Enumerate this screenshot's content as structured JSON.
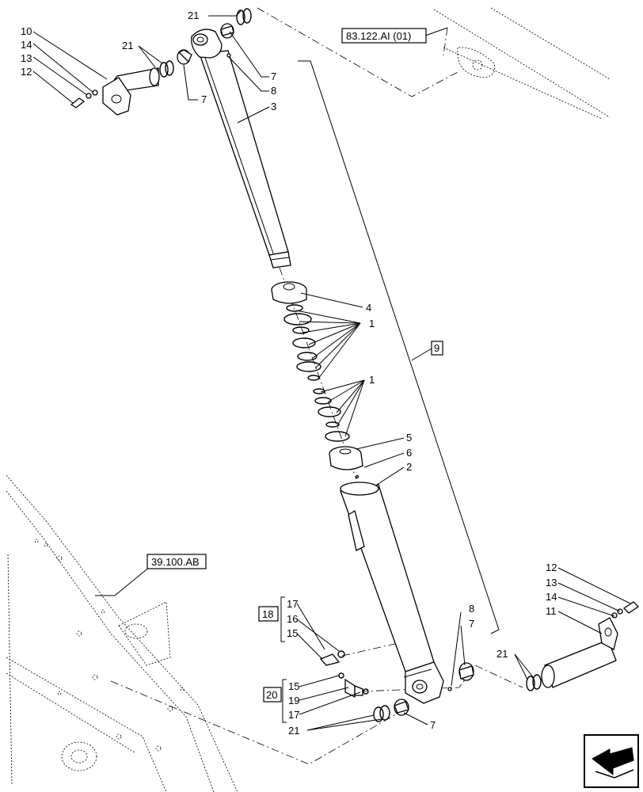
{
  "references": {
    "ref_top": "83.122.AI (01)",
    "ref_left": "39.100.AB"
  },
  "groups": {
    "group_18": "18",
    "group_20": "20",
    "group_9": "9"
  },
  "callouts": {
    "c10": "10",
    "c14a": "14",
    "c13a": "13",
    "c12a": "12",
    "c21a": "21",
    "c21b": "21",
    "c7a": "7",
    "c7b": "7",
    "c8a": "8",
    "c3": "3",
    "c4": "4",
    "c1a": "1",
    "c1b": "1",
    "c5": "5",
    "c6": "6",
    "c2": "2",
    "c17a": "17",
    "c16": "16",
    "c15a": "15",
    "c15b": "15",
    "c19": "19",
    "c17b": "17",
    "c21c": "21",
    "c7c": "7",
    "c8b": "8",
    "c7d": "7",
    "c12b": "12",
    "c13b": "13",
    "c14b": "14",
    "c11": "11",
    "c21d": "21"
  },
  "icons": {
    "nav": "arrow-icon"
  }
}
